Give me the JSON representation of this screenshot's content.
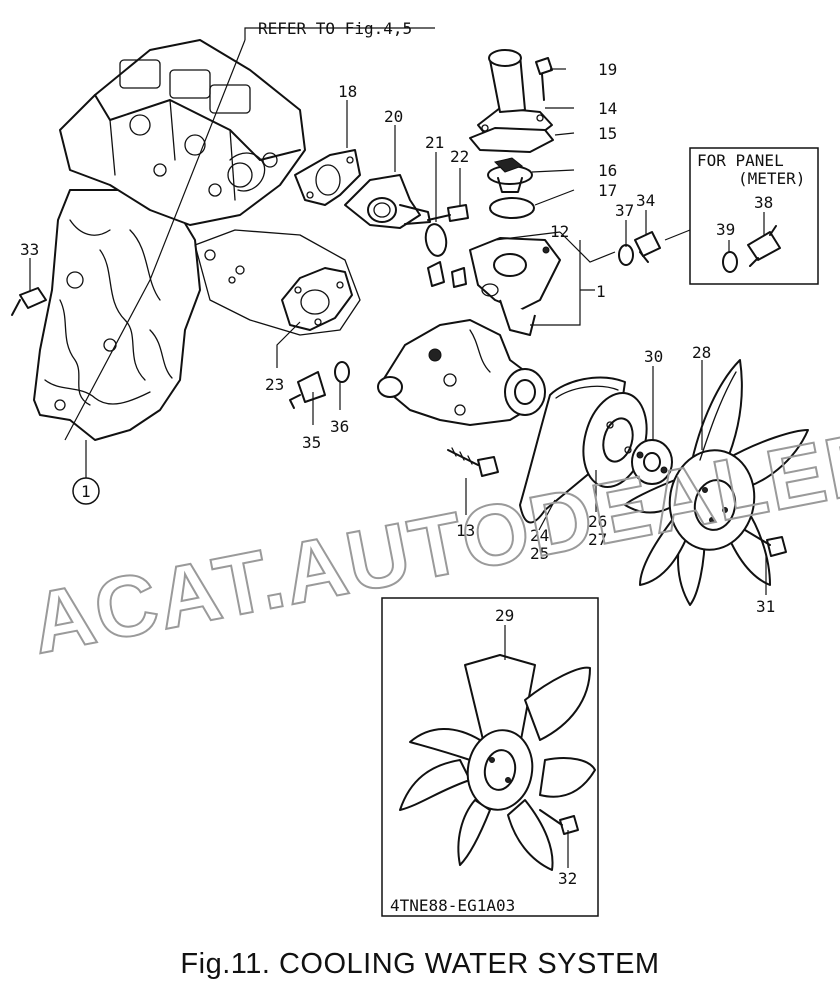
{
  "header": {
    "refer_note": "REFER TO Fig.4,5"
  },
  "panel_note": {
    "line1": "FOR PANEL",
    "line2": "(METER)"
  },
  "inset": {
    "drawing_code": "4TNE88-EG1A03"
  },
  "callouts": {
    "c1": "1",
    "c1_circle": "1",
    "c12": "12",
    "c13": "13",
    "c14": "14",
    "c15": "15",
    "c16": "16",
    "c17": "17",
    "c18": "18",
    "c19": "19",
    "c20": "20",
    "c21": "21",
    "c22": "22",
    "c23": "23",
    "c24": "24",
    "c25": "25",
    "c26": "26",
    "c27": "27",
    "c28": "28",
    "c29": "29",
    "c30": "30",
    "c31": "31",
    "c32": "32",
    "c33": "33",
    "c34": "34",
    "c35": "35",
    "c36": "36",
    "c37": "37",
    "c38": "38",
    "c39": "39"
  },
  "watermark": {
    "text": "ACAT.AUTODEALER.RU",
    "color": "#9a9a9a"
  },
  "caption": {
    "text": "Fig.11.  COOLING WATER SYSTEM"
  }
}
